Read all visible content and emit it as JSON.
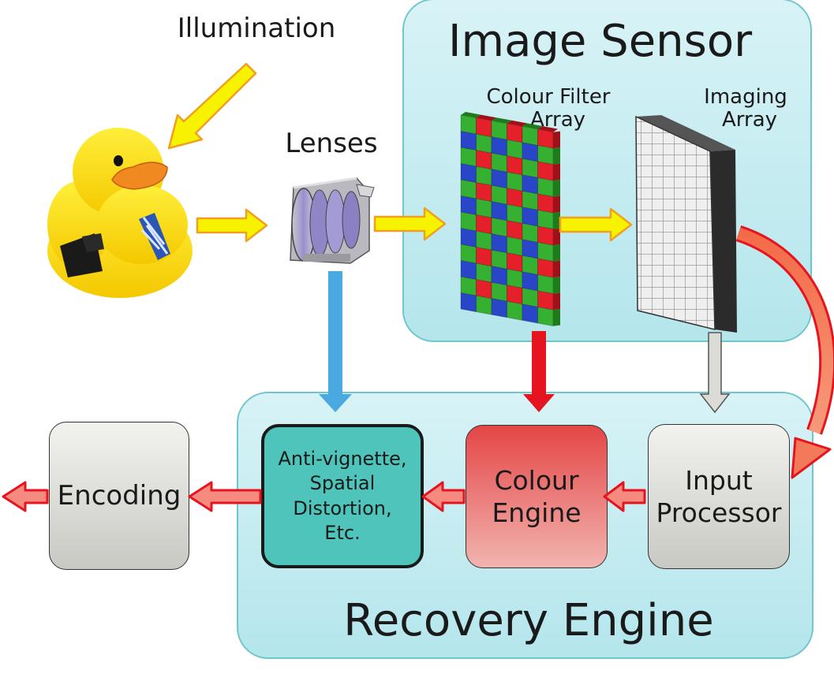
{
  "labels": {
    "illumination": "Illumination",
    "lenses": "Lenses",
    "colour_filter_array_line1": "Colour Filter",
    "colour_filter_array_line2": "Array",
    "imaging_array_line1": "Imaging",
    "imaging_array_line2": "Array"
  },
  "panels": {
    "image_sensor": "Image Sensor",
    "recovery_engine": "Recovery Engine"
  },
  "boxes": {
    "encoding": "Encoding",
    "anti_vignette": [
      "Anti-vignette,",
      "Spatial",
      "Distortion,",
      "Etc."
    ],
    "colour_engine": [
      "Colour",
      "Engine"
    ],
    "input_processor": [
      "Input",
      "Processor"
    ]
  },
  "colors": {
    "panel_fill": "#c8eef2",
    "panel_border": "#6fc7cd",
    "arrow_yellow": "#f7f200",
    "arrow_yellow_outline": "#f0a020",
    "arrow_red": "#e6141e",
    "arrow_blue": "#4aa9e0",
    "arrow_grey": "#dcdcd6",
    "arrow_orange_red": "#f27a5a",
    "box_teal": "#4fc4bb",
    "box_red": "#e45a5a",
    "box_grey": "#d6d6d2"
  }
}
